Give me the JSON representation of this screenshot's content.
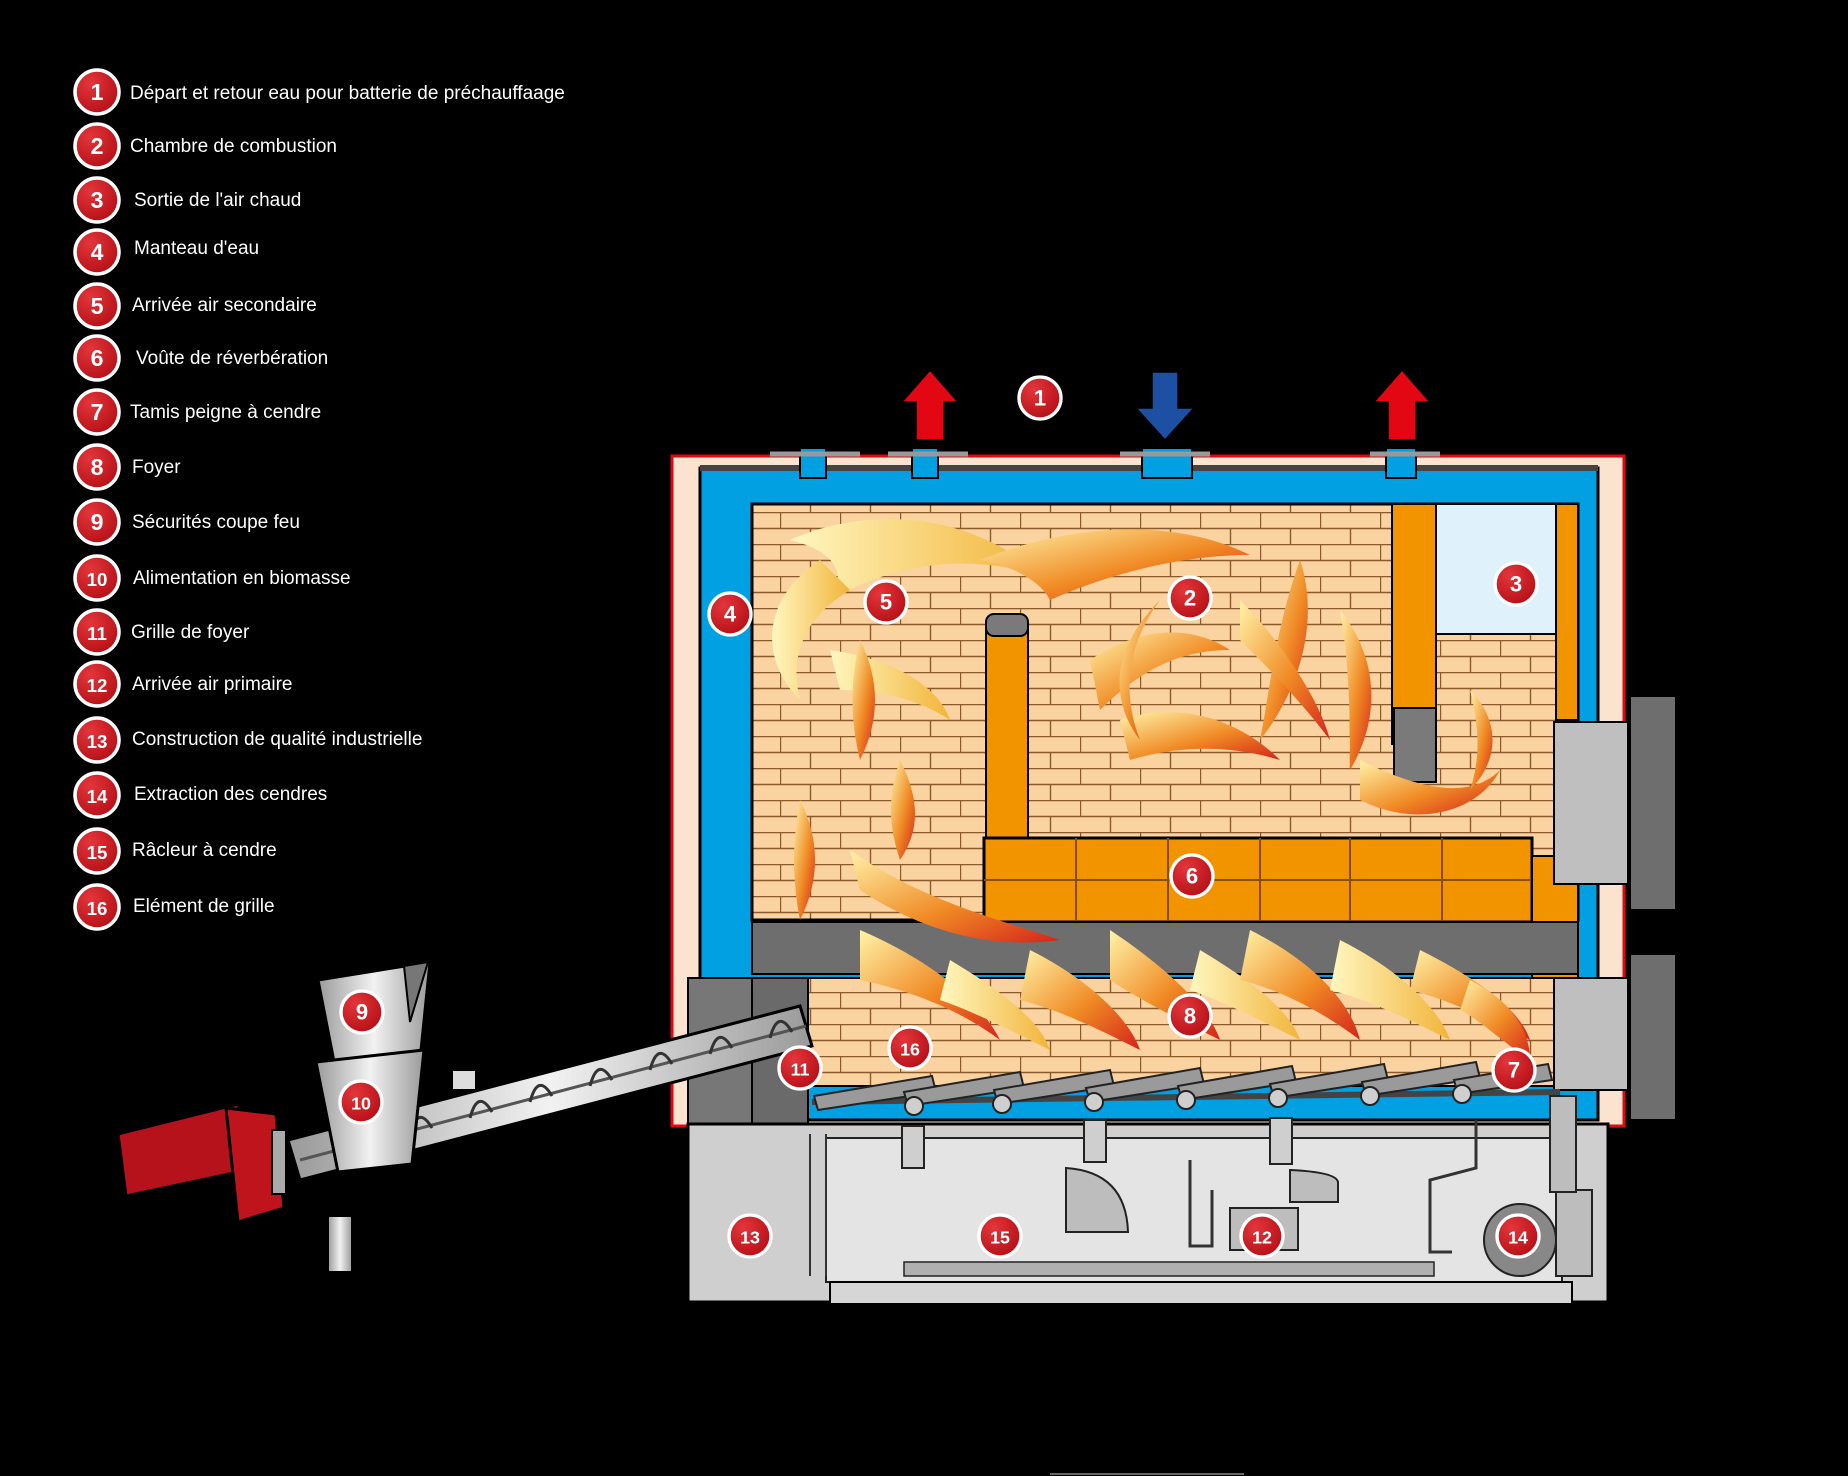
{
  "legend": [
    {
      "number": "1",
      "label": "Départ et retour eau pour batterie de préchauffaage"
    },
    {
      "number": "2",
      "label": "Chambre de combustion"
    },
    {
      "number": "3",
      "label": "Sortie de l'air chaud"
    },
    {
      "number": "4",
      "label": "Manteau d'eau"
    },
    {
      "number": "5",
      "label": "Arrivée air secondaire"
    },
    {
      "number": "6",
      "label": "Voûte de réverbération"
    },
    {
      "number": "7",
      "label": "Tamis peigne à cendre"
    },
    {
      "number": "8",
      "label": "Foyer"
    },
    {
      "number": "9",
      "label": "Sécurités coupe feu"
    },
    {
      "number": "10",
      "label": "Alimentation en biomasse"
    },
    {
      "number": "11",
      "label": "Grille de foyer"
    },
    {
      "number": "12",
      "label": "Arrivée air primaire"
    },
    {
      "number": "13",
      "label": "Construction de qualité industrielle"
    },
    {
      "number": "14",
      "label": "Extraction des cendres"
    },
    {
      "number": "15",
      "label": "Râcleur à cendre"
    },
    {
      "number": "16",
      "label": "Elément de grille"
    }
  ],
  "colors": {
    "background": "#000000",
    "badge": "#c8161d",
    "water_jacket": "#00a0e3",
    "brick": "#fbd3a0",
    "refractory": "#f29400",
    "steel": "#cfcfcf",
    "hot_arrow": "#e30613",
    "cold_arrow": "#1d4fa3",
    "motor": "#b5121b"
  },
  "icons": {
    "outlet_arrow": "arrow-up-icon",
    "inlet_arrow": "arrow-down-icon"
  }
}
